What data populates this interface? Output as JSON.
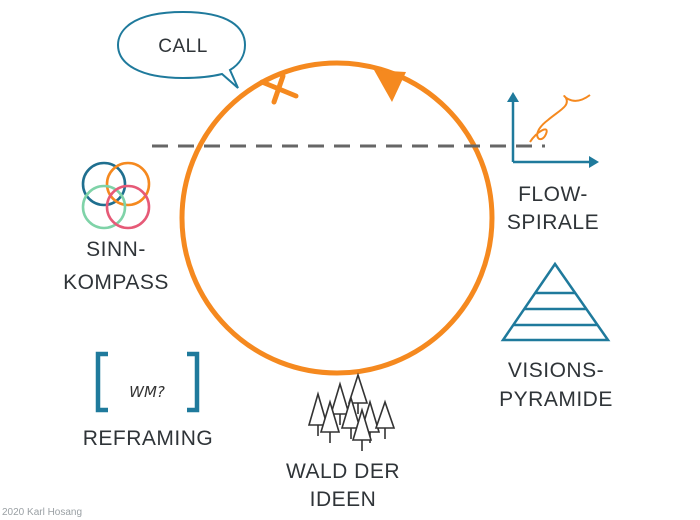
{
  "colors": {
    "cycle": "#f5891f",
    "teal": "#1f7a9c",
    "text": "#2f3438",
    "dash": "#666666",
    "circle_blue": "#1f6f8f",
    "circle_orange": "#f5891f",
    "circle_green": "#7fd3a8",
    "circle_pink": "#e65a77"
  },
  "call": {
    "label": "CALL"
  },
  "sinnkompass": {
    "line1": "SINN-",
    "line2": "KOMPASS"
  },
  "flow": {
    "line1": "FLOW-",
    "line2": "SPIRALE"
  },
  "vision": {
    "line1": "VISIONS-",
    "line2": "PYRAMIDE"
  },
  "reframing": {
    "label": "REFRAMING",
    "bracket_text": "WM?"
  },
  "wald": {
    "line1": "WALD DER",
    "line2": "IDEEN"
  },
  "credit": "2020 Karl Hosang"
}
